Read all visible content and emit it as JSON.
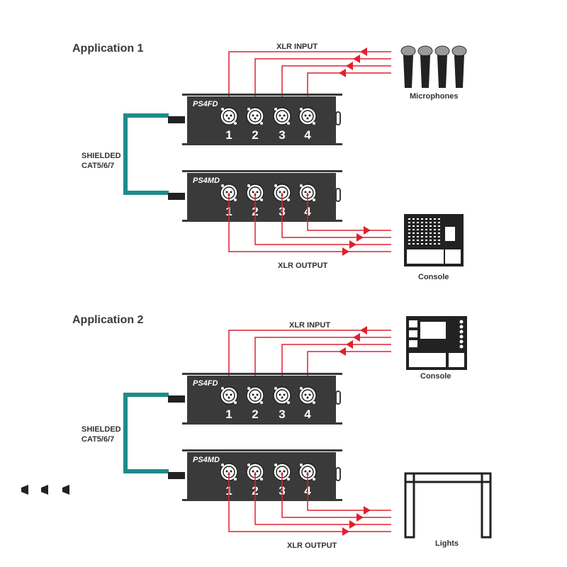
{
  "applications": [
    {
      "title": "Application 1",
      "cable_label": [
        "SHIELDED",
        "CAT5/6/7"
      ],
      "top_unit": {
        "model": "PS4FD",
        "ports": [
          "1",
          "2",
          "3",
          "4"
        ],
        "connector": "XLR female"
      },
      "bottom_unit": {
        "model": "PS4MD",
        "ports": [
          "1",
          "2",
          "3",
          "4"
        ],
        "connector": "XLR male"
      },
      "input_label": "XLR INPUT",
      "output_label": "XLR OUTPUT",
      "source": {
        "label": "Microphones",
        "icon": "microphones-icon"
      },
      "destination": {
        "label": "Console",
        "icon": "mixing-console-icon"
      }
    },
    {
      "title": "Application 2",
      "cable_label": [
        "SHIELDED",
        "CAT5/6/7"
      ],
      "top_unit": {
        "model": "PS4FD",
        "ports": [
          "1",
          "2",
          "3",
          "4"
        ],
        "connector": "XLR female"
      },
      "bottom_unit": {
        "model": "PS4MD",
        "ports": [
          "1",
          "2",
          "3",
          "4"
        ],
        "connector": "XLR male"
      },
      "input_label": "XLR INPUT",
      "output_label": "XLR OUTPUT",
      "source": {
        "label": "Console",
        "icon": "digital-console-icon"
      },
      "destination": {
        "label": "Lights",
        "icon": "lighting-truss-icon"
      }
    }
  ],
  "colors": {
    "signal": "#e0202e",
    "cable": "#1f8a8a",
    "unit": "#3a3a3a",
    "text": "#333333"
  }
}
